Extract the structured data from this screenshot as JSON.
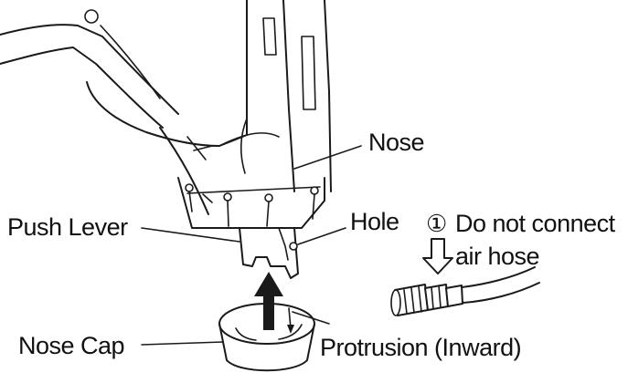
{
  "labels": {
    "nose": "Nose",
    "push_lever": "Push Lever",
    "hole": "Hole",
    "step_number": "①",
    "instruction_line1": "Do not connect",
    "instruction_line2": "air hose",
    "nose_cap": "Nose Cap",
    "protrusion": "Protrusion (Inward)"
  }
}
